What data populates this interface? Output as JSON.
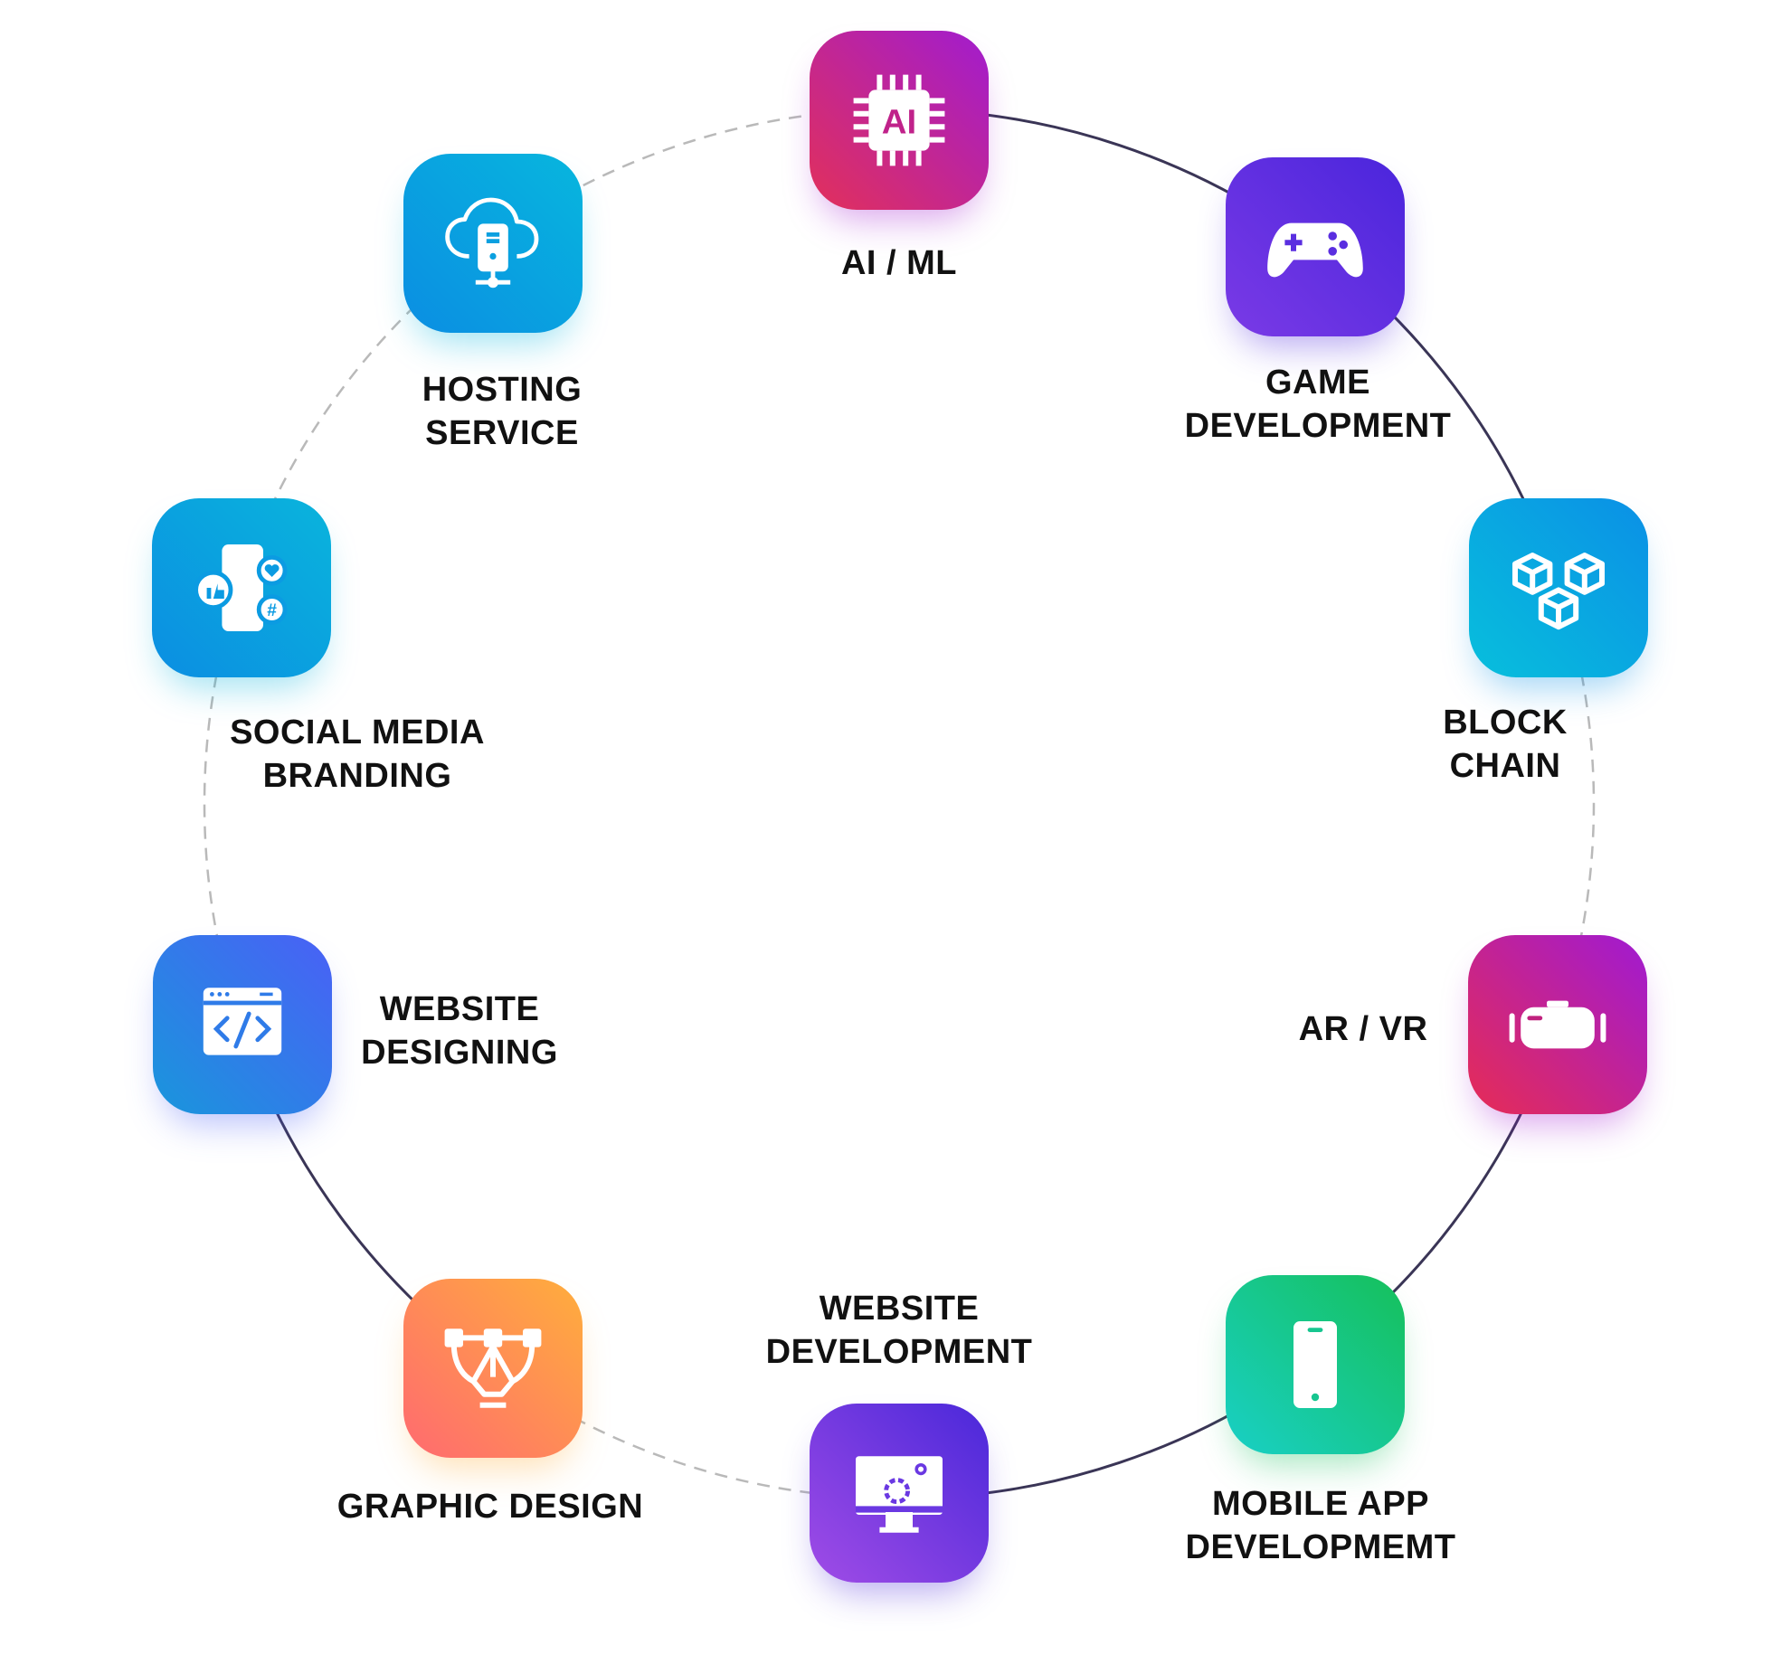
{
  "services": [
    {
      "id": "ai-ml",
      "lines": [
        "AI / ML"
      ],
      "icon": "ai-chip-icon",
      "colors": [
        "#e2305a",
        "#a11ccf"
      ]
    },
    {
      "id": "game-development",
      "lines": [
        "GAME",
        "DEVELOPMENT"
      ],
      "icon": "gamepad-icon",
      "colors": [
        "#7a3ae6",
        "#4a25dc"
      ]
    },
    {
      "id": "block-chain",
      "lines": [
        "BLOCK",
        "CHAIN"
      ],
      "icon": "blocks-icon",
      "colors": [
        "#07bfdc",
        "#0b90e6"
      ]
    },
    {
      "id": "ar-vr",
      "lines": [
        "AR / VR"
      ],
      "icon": "vr-headset-icon",
      "colors": [
        "#e62c55",
        "#a01ad2"
      ]
    },
    {
      "id": "mobile-app-development",
      "lines": [
        "MOBILE APP",
        "DEVELOPMEMT"
      ],
      "icon": "smartphone-icon",
      "colors": [
        "#18d0c6",
        "#16c05a"
      ]
    },
    {
      "id": "website-development",
      "lines": [
        "WEBSITE",
        "DEVELOPMENT"
      ],
      "icon": "monitor-gear-icon",
      "colors": [
        "#a04ce6",
        "#4a28da"
      ]
    },
    {
      "id": "graphic-design",
      "lines": [
        "GRAPHIC DESIGN"
      ],
      "icon": "pen-tool-icon",
      "colors": [
        "#ff6a70",
        "#ffae3c"
      ]
    },
    {
      "id": "website-designing",
      "lines": [
        "WEBSITE",
        "DESIGNING"
      ],
      "icon": "code-window-icon",
      "colors": [
        "#1996dc",
        "#4a60f6"
      ]
    },
    {
      "id": "social-media-branding",
      "lines": [
        "SOCIAL MEDIA",
        "BRANDING"
      ],
      "icon": "social-phone-icon",
      "colors": [
        "#0b8ee2",
        "#0ab4dc"
      ]
    },
    {
      "id": "hosting-service",
      "lines": [
        "HOSTING",
        "SERVICE"
      ],
      "icon": "cloud-server-icon",
      "colors": [
        "#0b8ee2",
        "#07b6de"
      ]
    }
  ],
  "ring_colors": {
    "solid": "#3a3556",
    "dashed": "#b9b9b9"
  }
}
